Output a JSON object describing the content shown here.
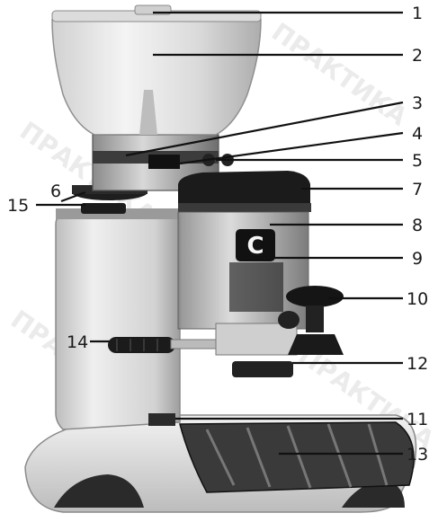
{
  "labels": {
    "l1": "1",
    "l2": "2",
    "l3": "3",
    "l4": "4",
    "l5": "5",
    "l6": "6",
    "l7": "7",
    "l8": "8",
    "l9": "9",
    "l10": "10",
    "l11": "11",
    "l12": "12",
    "l13": "13",
    "l14": "14",
    "l15": "15"
  },
  "logo_text": "C",
  "watermark_text": "ПРАКТИКА"
}
